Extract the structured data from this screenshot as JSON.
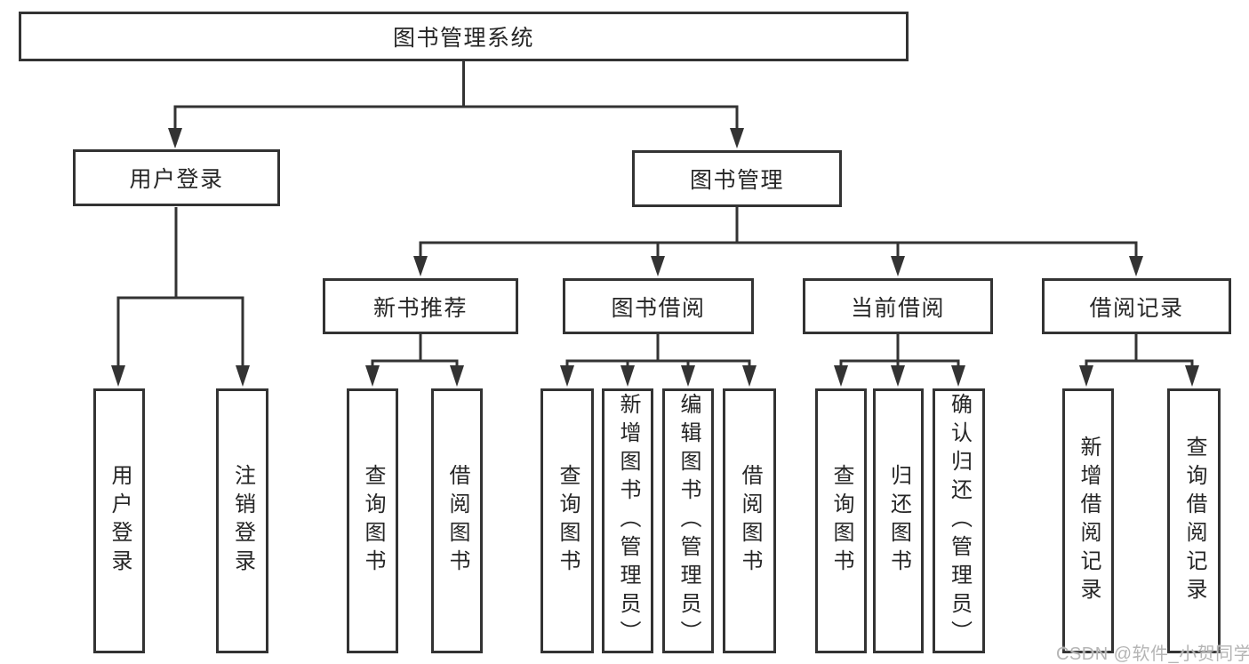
{
  "diagram_title": "图书管理系统",
  "watermark": {
    "text": "CSDN @软件_小贺同学"
  },
  "colors": {
    "line": "#333333",
    "box_border": "#333333",
    "box_fill": "#ffffff",
    "text": "#262626",
    "watermark": "#b5b5b5"
  },
  "hierarchy": {
    "label": "图书管理系统",
    "children": [
      {
        "label": "用户登录",
        "children": [
          {
            "label": "用户登录"
          },
          {
            "label": "注销登录"
          }
        ]
      },
      {
        "label": "图书管理",
        "children": [
          {
            "label": "新书推荐",
            "children": [
              {
                "label": "查询图书"
              },
              {
                "label": "借阅图书"
              }
            ]
          },
          {
            "label": "图书借阅",
            "children": [
              {
                "label": "查询图书"
              },
              {
                "label": "新增图书（管理员）"
              },
              {
                "label": "编辑图书（管理员）"
              },
              {
                "label": "借阅图书"
              }
            ]
          },
          {
            "label": "当前借阅",
            "children": [
              {
                "label": "查询图书"
              },
              {
                "label": "归还图书"
              },
              {
                "label": "确认归还（管理员）"
              }
            ]
          },
          {
            "label": "借阅记录",
            "children": [
              {
                "label": "新增借阅记录"
              },
              {
                "label": "查询借阅记录"
              }
            ]
          }
        ]
      }
    ]
  }
}
